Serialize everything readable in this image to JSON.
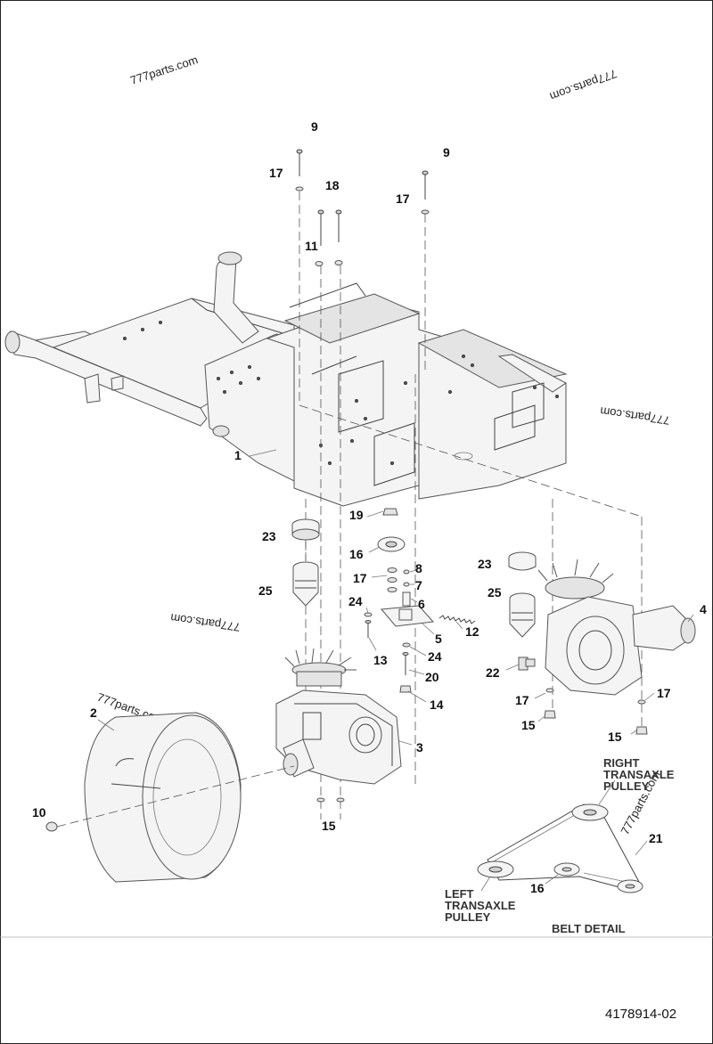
{
  "watermarks": {
    "wm1": "777parts.com",
    "wm2": "777parts.com",
    "wm3": "777parts.com",
    "wm4": "777parts.com",
    "wm5": "777parts.com",
    "wm6": "777parts.com"
  },
  "callouts": {
    "c1": "1",
    "c2": "2",
    "c3": "3",
    "c4": "4",
    "c5": "5",
    "c6": "6",
    "c7": "7",
    "c8": "8",
    "c9a": "9",
    "c9b": "9",
    "c10": "10",
    "c11": "11",
    "c12": "12",
    "c13": "13",
    "c14": "14",
    "c15a": "15",
    "c15b": "15",
    "c15c": "15",
    "c16a": "16",
    "c16b": "16",
    "c17a": "17",
    "c17b": "17",
    "c17c": "17",
    "c17d": "17",
    "c17e": "17",
    "c18": "18",
    "c19": "19",
    "c20": "20",
    "c21": "21",
    "c22": "22",
    "c23a": "23",
    "c23b": "23",
    "c24a": "24",
    "c24b": "24",
    "c25a": "25",
    "c25b": "25"
  },
  "belt_detail": {
    "right_pulley_line1": "RIGHT",
    "right_pulley_line2": "TRANSAXLE",
    "right_pulley_line3": "PULLEY",
    "left_pulley_line1": "LEFT",
    "left_pulley_line2": "TRANSAXLE",
    "left_pulley_line3": "PULLEY",
    "title": "BELT DETAIL"
  },
  "part_number": "4178914-02"
}
